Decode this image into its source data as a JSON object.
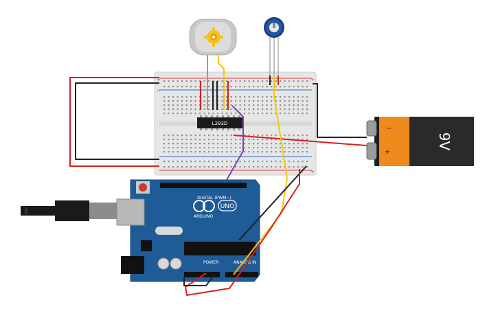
{
  "colors": {
    "background": "#ffffff",
    "breadboard": "#e6e6e6",
    "rail_red": "#e03a3a",
    "rail_blue": "#2b6cc4",
    "arduino_blue": "#1f5b96",
    "wire_red": "#d81f1f",
    "wire_black": "#222222",
    "wire_yellow": "#f2c70a",
    "wire_orange": "#f08a1c",
    "wire_purple": "#7a3fb5",
    "battery_orange": "#f08a1c",
    "battery_dark": "#1d1d1d",
    "chip": "#1b1b1b",
    "motor_gray": "#c8c8c8",
    "gear_yellow": "#f3c21b",
    "pot_blue": "#2457a8"
  },
  "labels": {
    "chip": "L293D",
    "battery": "9V",
    "battery_minus": "−",
    "battery_plus": "+",
    "arduino_brand": "ARDUINO",
    "arduino_model": "UNO",
    "digital_header": "DIGITAL (PWM~)",
    "power_header": "POWER",
    "analog_header": "ANALOG IN",
    "rail_plus": "+",
    "rail_minus": "−"
  },
  "icons": {
    "motor": "dc-motor-icon",
    "potentiometer": "potentiometer-icon",
    "usb": "usb-cable-icon"
  }
}
